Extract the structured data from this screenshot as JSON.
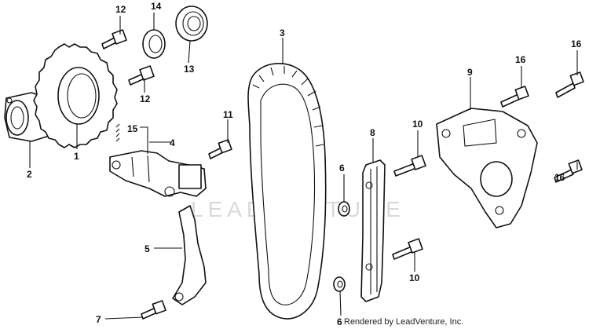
{
  "watermark": {
    "text": "LEADVENTURE"
  },
  "credit": {
    "text": "Rendered by LeadVenture, Inc."
  },
  "callouts": {
    "c1": "1",
    "c2": "2",
    "c3": "3",
    "c4": "4",
    "c5": "5",
    "c6a": "6",
    "c6b": "6",
    "c7": "7",
    "c8": "8",
    "c9": "9",
    "c10a": "10",
    "c10b": "10",
    "c11": "11",
    "c12a": "12",
    "c12b": "12",
    "c13": "13",
    "c14": "14",
    "c15": "15",
    "c16a": "16",
    "c16b": "16",
    "c16c": "16"
  }
}
